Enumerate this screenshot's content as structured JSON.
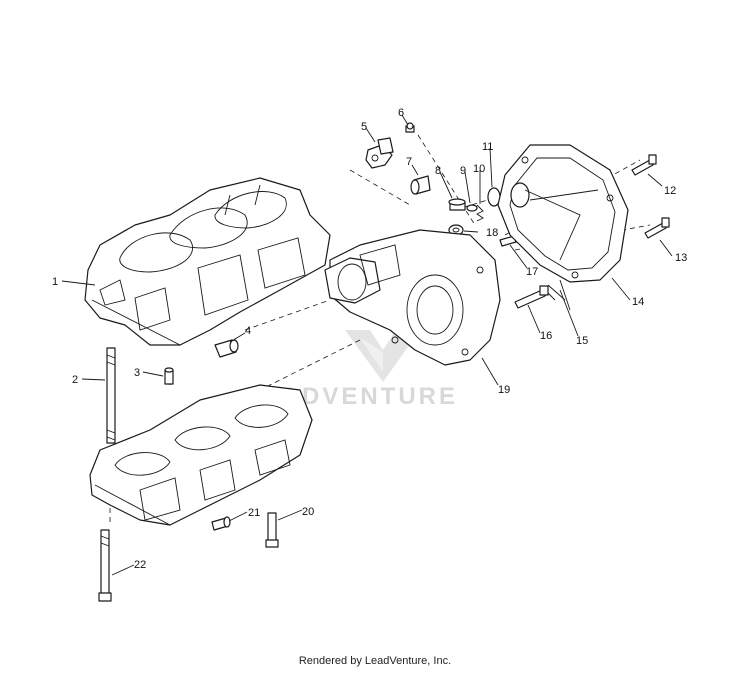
{
  "diagram": {
    "callouts": [
      "1",
      "2",
      "3",
      "4",
      "5",
      "6",
      "7",
      "8",
      "9",
      "10",
      "11",
      "12",
      "13",
      "14",
      "15",
      "16",
      "17",
      "18",
      "19",
      "20",
      "21",
      "22"
    ]
  },
  "watermark": {
    "text": "LEADVENTURE"
  },
  "footer": {
    "text": "Rendered by LeadVenture, Inc."
  }
}
